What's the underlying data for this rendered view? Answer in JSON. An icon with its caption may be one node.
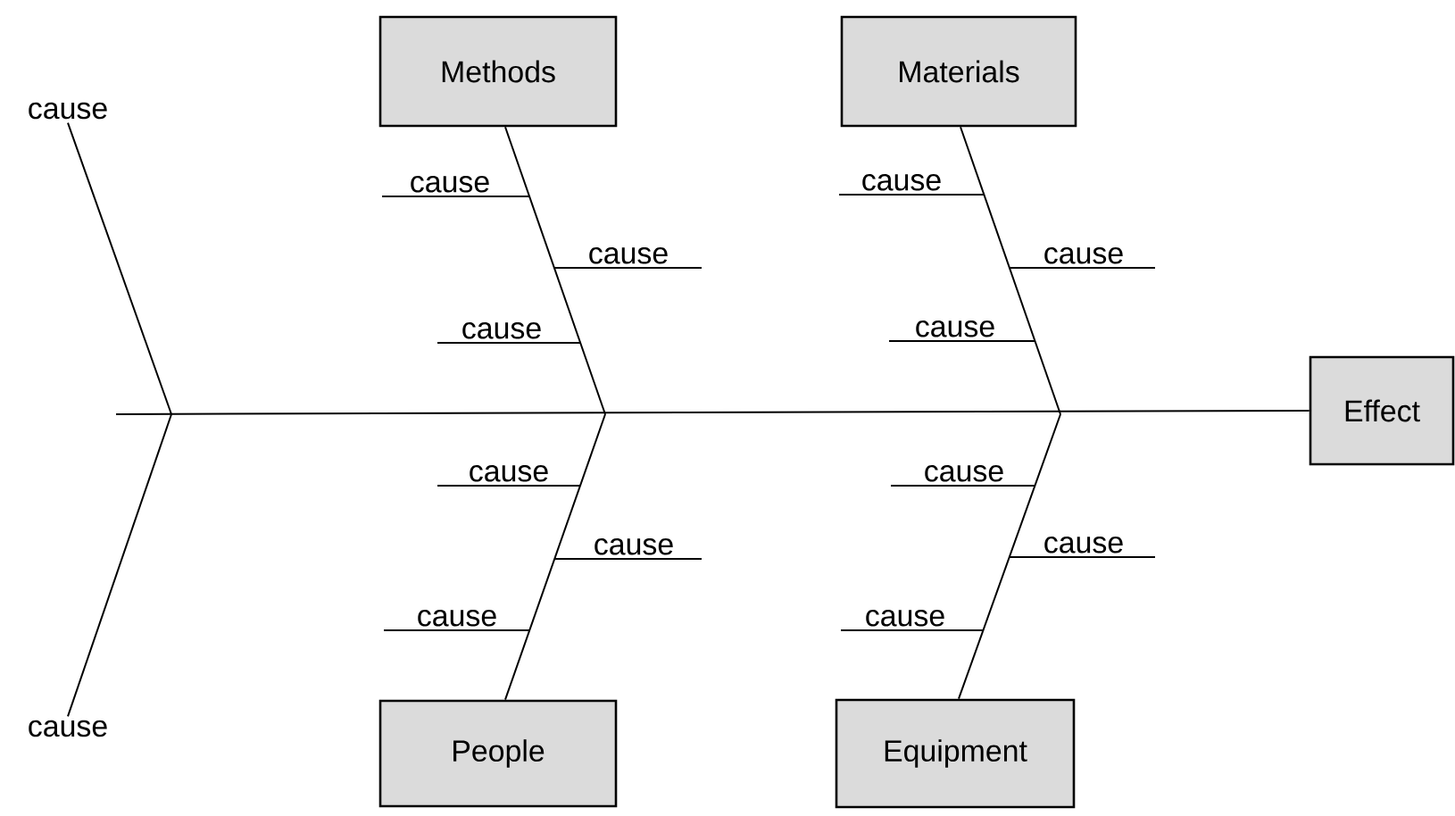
{
  "diagram": {
    "nodes": [
      {
        "text": [
          "cause"
        ]
      },
      {
        "text": [
          "Methods"
        ]
      },
      {
        "text": [
          "Materials"
        ]
      },
      {
        "text": [
          "cause"
        ]
      },
      {
        "text": [
          "cause"
        ]
      },
      {
        "text": [
          "cause"
        ]
      },
      {
        "text": [
          "cause"
        ]
      },
      {
        "text": [
          "cause"
        ]
      },
      {
        "text": [
          "cause"
        ]
      },
      {
        "text": [
          "Effect"
        ]
      },
      {
        "text": [
          "cause"
        ]
      },
      {
        "text": [
          "cause"
        ]
      },
      {
        "text": [
          "cause"
        ]
      },
      {
        "text": [
          "cause"
        ]
      },
      {
        "text": [
          "cause"
        ]
      },
      {
        "text": [
          "cause"
        ]
      },
      {
        "text": [
          "cause"
        ]
      },
      {
        "text": [
          "People"
        ]
      },
      {
        "text": [
          "Equipment"
        ]
      }
    ],
    "edges": [
      {
        "from": null,
        "to": 9,
        "arrow": "none"
      },
      {
        "from": 1,
        "to": null,
        "arrow": "none"
      },
      {
        "from": 2,
        "to": null,
        "arrow": "none"
      },
      {
        "from": 17,
        "to": null,
        "arrow": "none"
      },
      {
        "from": 18,
        "to": null,
        "arrow": "none"
      },
      {
        "from": 0,
        "to": null,
        "arrow": "none"
      },
      {
        "from": 16,
        "to": null,
        "arrow": "none"
      },
      {
        "from": 3,
        "to": null,
        "arrow": "none"
      },
      {
        "from": 4,
        "to": null,
        "arrow": "none"
      },
      {
        "from": 5,
        "to": null,
        "arrow": "none"
      },
      {
        "from": 6,
        "to": null,
        "arrow": "none"
      },
      {
        "from": 7,
        "to": null,
        "arrow": "none"
      },
      {
        "from": 8,
        "to": null,
        "arrow": "none"
      },
      {
        "from": 10,
        "to": null,
        "arrow": "none"
      },
      {
        "from": 11,
        "to": null,
        "arrow": "none"
      },
      {
        "from": 12,
        "to": null,
        "arrow": "none"
      },
      {
        "from": 13,
        "to": null,
        "arrow": "none"
      },
      {
        "from": 14,
        "to": null,
        "arrow": "none"
      },
      {
        "from": 15,
        "to": null,
        "arrow": "none"
      }
    ]
  }
}
